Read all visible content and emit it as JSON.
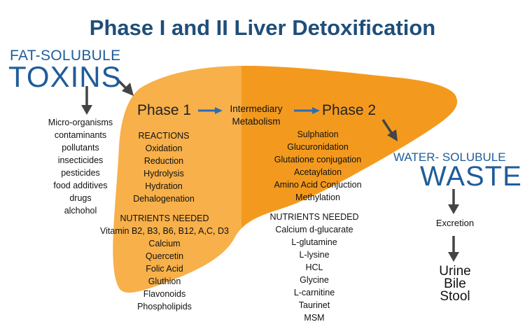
{
  "title": "Phase I and II Liver Detoxification",
  "input": {
    "top_label": "FAT-SOLUBULE",
    "main_label": "TOXINS"
  },
  "toxin_sources": [
    "Micro-organisms",
    "contaminants",
    "pollutants",
    "insecticides",
    "pesticides",
    "food additives",
    "drugs",
    "alchohol"
  ],
  "phase1": {
    "label": "Phase 1",
    "reactions_heading": "REACTIONS",
    "reactions": [
      "Oxidation",
      "Reduction",
      "Hydrolysis",
      "Hydration",
      "Dehalogenation"
    ],
    "nutrients_heading": "NUTRIENTS NEEDED",
    "nutrients": [
      "Vitamin B2, B3, B6, B12, A,C, D3",
      "Calcium",
      "Quercetin",
      "Folic Acid",
      "Gluthion",
      "Flavonoids",
      "Phospholipids"
    ]
  },
  "intermediary": {
    "line1": "Intermediary",
    "line2": "Metabolism"
  },
  "phase2": {
    "label": "Phase 2",
    "reactions": [
      "Sulphation",
      "Glucuronidation",
      "Glutatione conjugation",
      "Acetaylation",
      "Amino Acid Conjuction",
      "Methylation"
    ],
    "nutrients_heading": "NUTRIENTS NEEDED",
    "nutrients": [
      "Calcium d-glucarate",
      "L-glutamine",
      "L-lysine",
      "HCL",
      "Glycine",
      "L-carnitine",
      "Taurinet",
      "MSM"
    ]
  },
  "output": {
    "top_label": "WATER- SOLUBULE",
    "main_label": "WASTE"
  },
  "excretion": "Excretion",
  "outputs": [
    "Urine",
    "Bile",
    "Stool"
  ],
  "colors": {
    "title": "#1f4e79",
    "liver_light": "#f7b04a",
    "liver_dark": "#f39a1e",
    "arrow_blue": "#2a6db5",
    "arrow_dark": "#444444"
  }
}
